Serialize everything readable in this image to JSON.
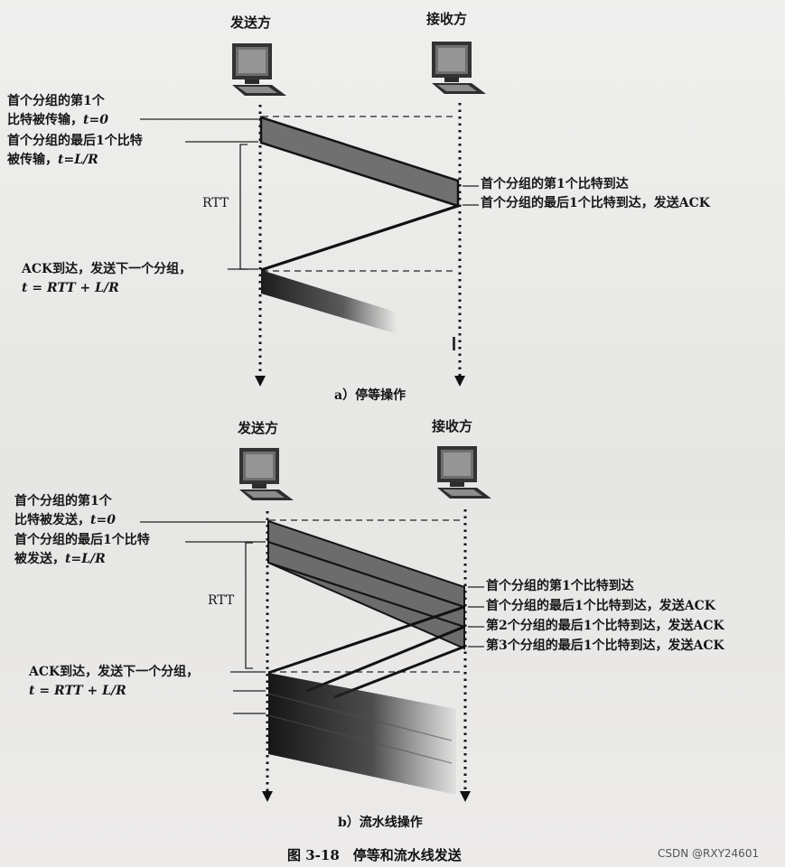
{
  "diagram_a": {
    "sender": "发送方",
    "receiver": "接收方",
    "label_first_bit_line1": "首个分组的第1个",
    "label_first_bit_line2_text": "比特被传输，",
    "label_first_bit_line2_var": "t=0",
    "label_last_bit_line1": "首个分组的最后1个比特",
    "label_last_bit_line2_text": "被传输，",
    "label_last_bit_line2_var": "t=L/R",
    "rtt": "RTT",
    "ack_line1": "ACK到达，发送下一个分组，",
    "ack_line2": "t = RTT + L/R",
    "recv_first_bit": "首个分组的第1个比特到达",
    "recv_last_bit": "首个分组的最后1个比特到达，发送ACK",
    "caption": "a）停等操作"
  },
  "diagram_b": {
    "sender": "发送方",
    "receiver": "接收方",
    "label_first_bit_line1": "首个分组的第1个",
    "label_first_bit_line2_text": "比特被发送，",
    "label_first_bit_line2_var": "t=0",
    "label_last_bit_line1": "首个分组的最后1个比特",
    "label_last_bit_line2_text": "被发送，",
    "label_last_bit_line2_var": "t=L/R",
    "rtt": "RTT",
    "ack_line1": "ACK到达，发送下一个分组，",
    "ack_line2": "t = RTT + L/R",
    "recv_first_bit": "首个分组的第1个比特到达",
    "recv_last_bit_1": "首个分组的最后1个比特到达，发送ACK",
    "recv_last_bit_2": "第2个分组的最后1个比特到达，发送ACK",
    "recv_last_bit_3": "第3个分组的最后1个比特到达，发送ACK",
    "caption": "b）流水线操作"
  },
  "figure_caption": "图 3-18　停等和流水线发送",
  "watermark": "CSDN @RXY24601"
}
